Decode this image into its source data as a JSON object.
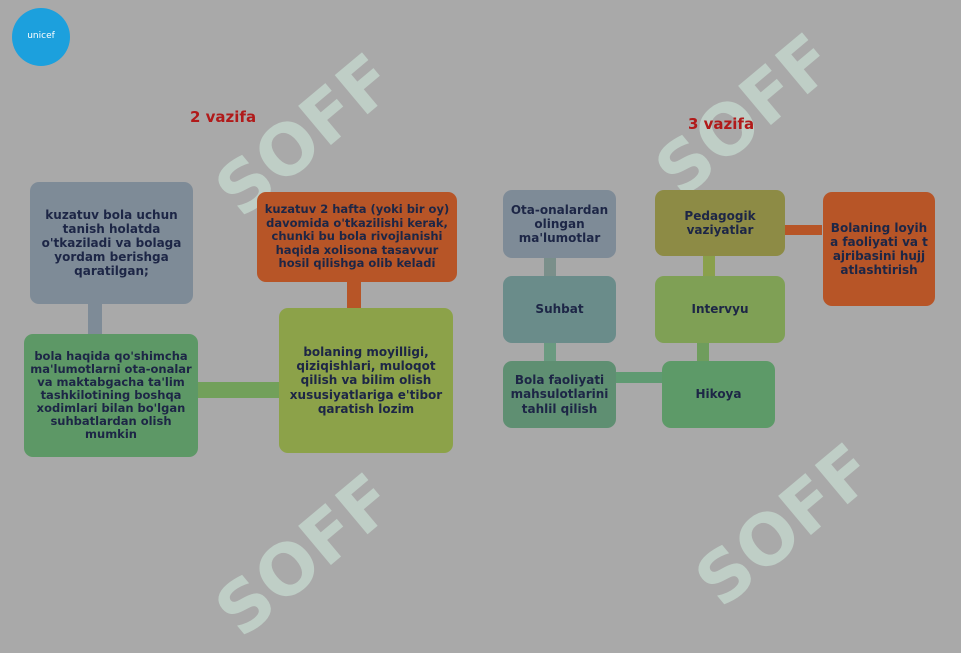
{
  "logo": {
    "text": "unicef",
    "subtext": ""
  },
  "header": {
    "title": ""
  },
  "watermark": {
    "text": "SOFF"
  },
  "diagram_left": {
    "title": "2 vazifa",
    "boxes": [
      "kuzatuv bola uchun tanish holatda o'tkaziladi va bolaga yordam berishga qaratilgan;",
      "kuzatuv 2 hafta (yoki bir oy) davomida o'tkazilishi kerak, chunki bu bola rivojlanishi haqida xolisona tasavvur hosil qilishga olib keladi",
      "bola haqida qo'shimcha ma'lumotlarni ota-onalar va maktabgacha ta'lim tashkilotining boshqa xodimlari bilan bo'lgan suhbatlardan olish mumkin",
      "bolaning moyilligi, qiziqishlari, muloqot qilish va bilim olish xususiyatlariga e'tibor qaratish lozim"
    ]
  },
  "diagram_right": {
    "title": "3 vazifa",
    "boxes": [
      "Ota-onalardan olingan ma'lumotlar",
      "Pedagogik vaziyatlar",
      "Bolaning loyiha faoliyati va tajribasini hujjatlashtirish",
      "Suhbat",
      "Intervyu",
      "Bola faoliyati mahsulotlarini tahlil qilish",
      "Hikoya"
    ]
  },
  "colors": {
    "background": "#a9a9a9",
    "title": "#b11a1a",
    "box_text": "#1d2646"
  }
}
